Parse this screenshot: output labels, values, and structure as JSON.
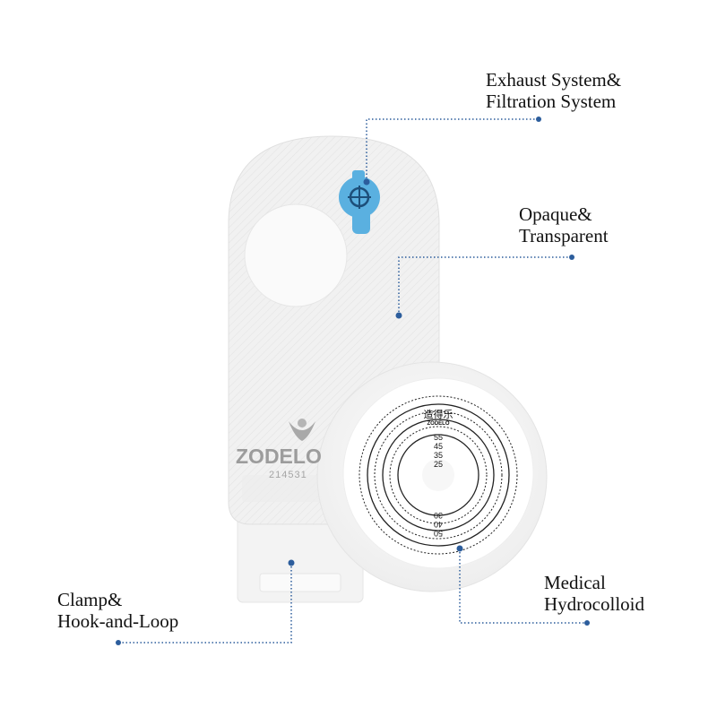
{
  "colors": {
    "accent": "#2c5d9c",
    "valve": "#5ab0e0",
    "background": "#ffffff"
  },
  "callouts": [
    {
      "line1": "Exhaust System&",
      "line2": "Filtration System"
    },
    {
      "line1": "Opaque&",
      "line2": "Transparent"
    },
    {
      "line1": "Medical",
      "line2": "Hydrocolloid"
    },
    {
      "line1": "Clamp&",
      "line2": "Hook-and-Loop"
    }
  ],
  "bag": {
    "brand": "ZODELO",
    "code": "214531"
  },
  "wafer": {
    "brand_cn": "造得乐",
    "brand": "ZODELO",
    "ring_labels_top": [
      "55",
      "45",
      "35",
      "25"
    ],
    "ring_labels_bottom": [
      "30",
      "40",
      "50"
    ]
  }
}
